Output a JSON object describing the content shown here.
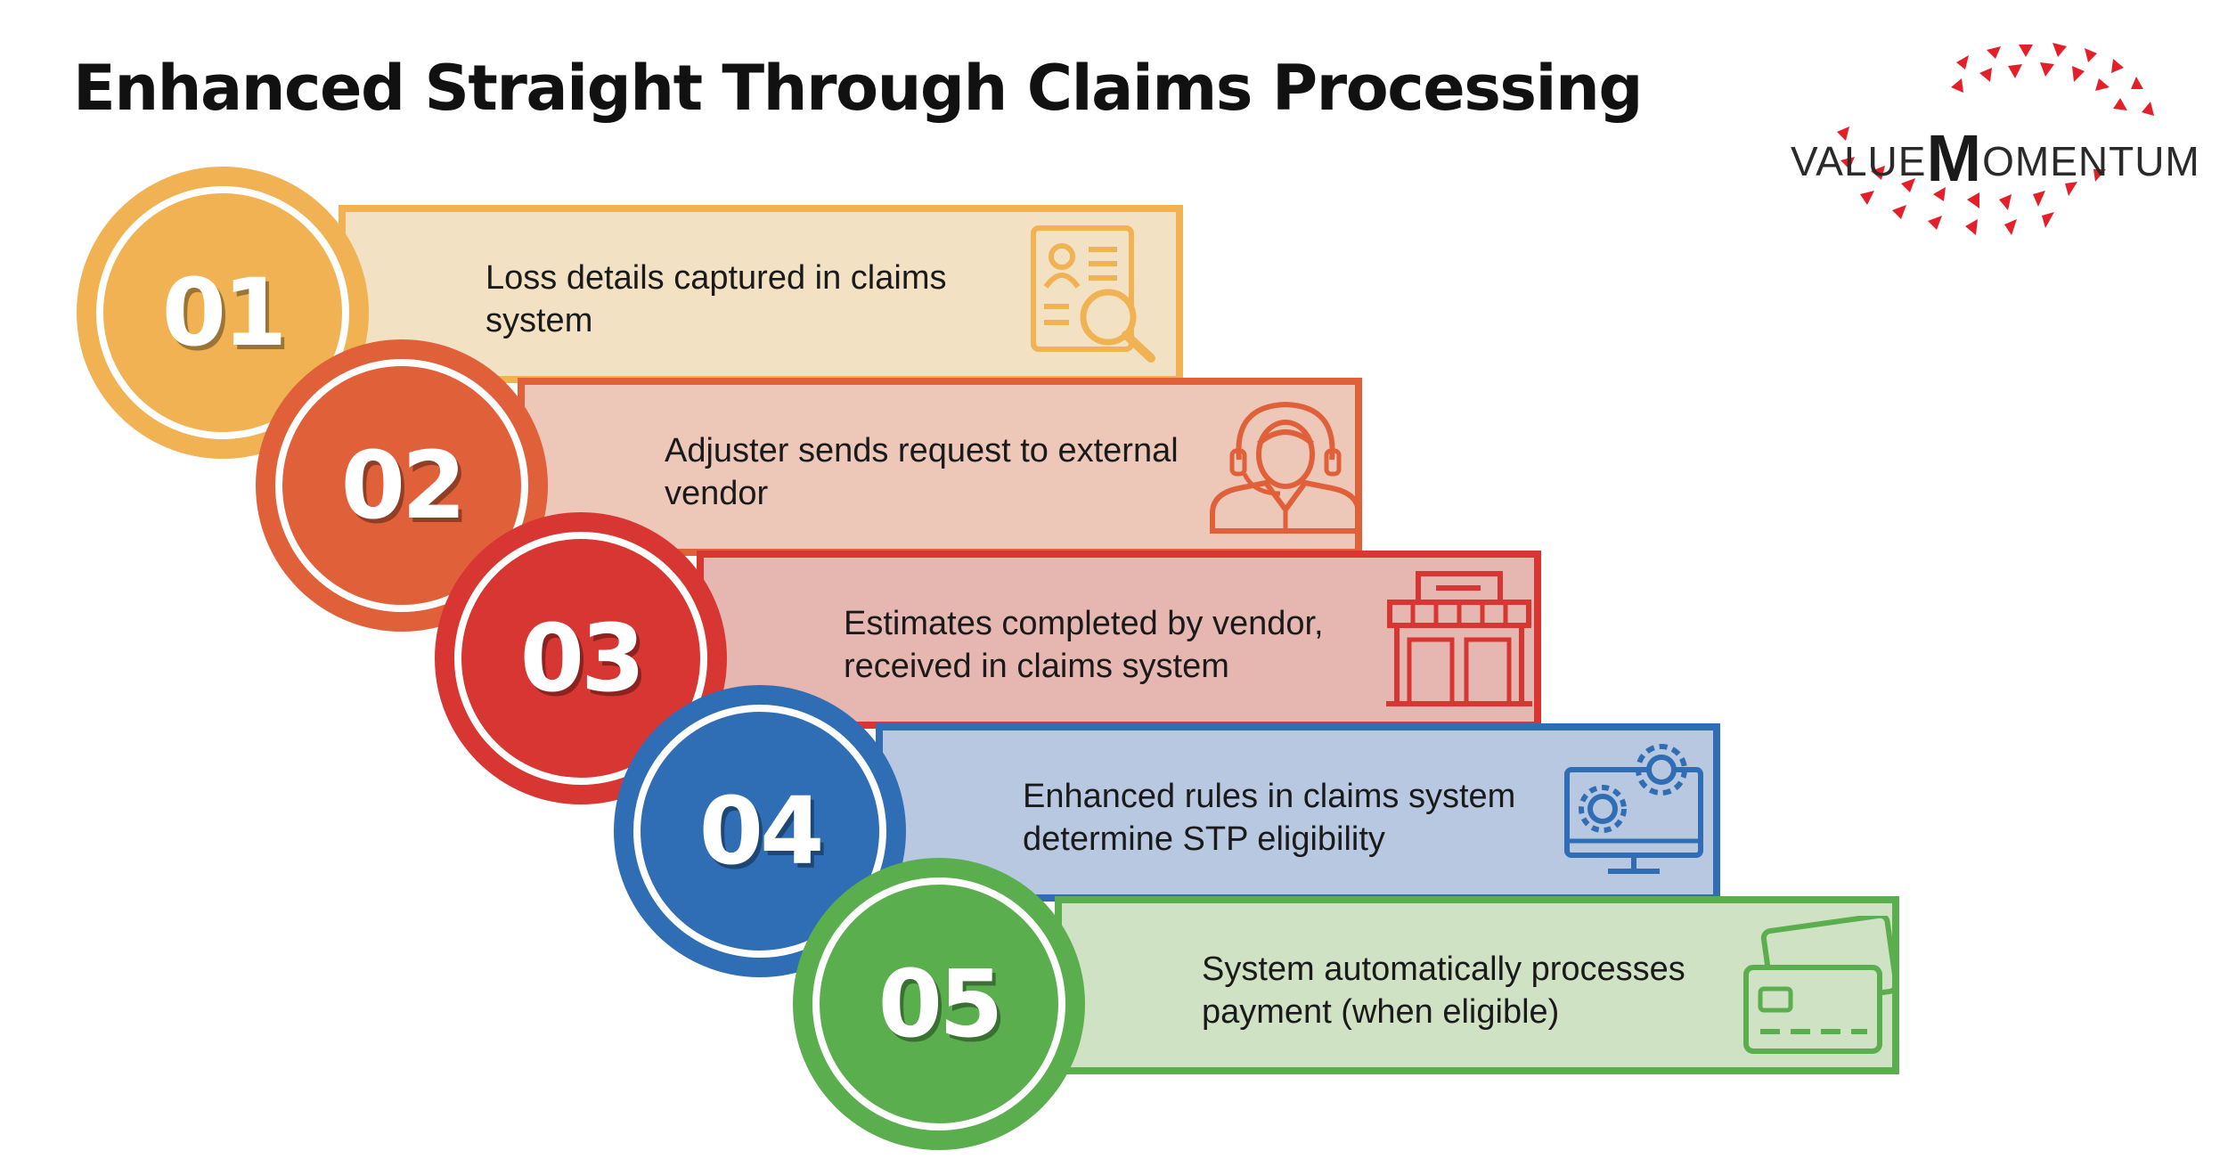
{
  "title": "Enhanced Straight Through Claims Processing",
  "logo": {
    "part1": "VALUE",
    "part2": "M",
    "part3": "OMENTUM"
  },
  "steps": [
    {
      "number": "01",
      "text": "Loss details captured in claims system",
      "icon": "document-search-icon",
      "color": "#F0B252",
      "fill": "#F3E1C4"
    },
    {
      "number": "02",
      "text": "Adjuster sends request to external vendor",
      "icon": "headset-agent-icon",
      "color": "#E0603A",
      "fill": "#EDC8B8"
    },
    {
      "number": "03",
      "text": "Estimates completed by vendor, received in claims system",
      "icon": "repair-shop-icon",
      "color": "#D83632",
      "fill": "#E6B7B1"
    },
    {
      "number": "04",
      "text": "Enhanced rules in claims system determine STP eligibility",
      "icon": "monitor-gears-icon",
      "color": "#2F6DB5",
      "fill": "#B8C8E0"
    },
    {
      "number": "05",
      "text": "System automatically processes payment (when eligible)",
      "icon": "credit-cards-icon",
      "color": "#5AAE4E",
      "fill": "#CFE2C4"
    }
  ]
}
